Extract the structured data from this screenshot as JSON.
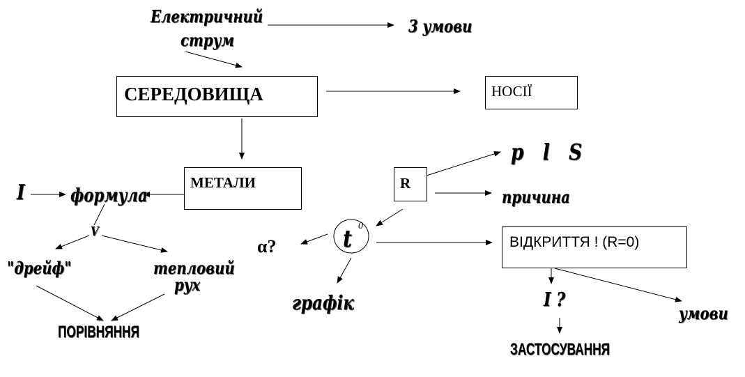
{
  "nodes": {
    "elektrychnyi": "Електричний",
    "strum": "струм",
    "tri_umovy": "3 умови",
    "seredovyshcha": "СЕРЕДОВИЩА",
    "nosii": "НОСІЇ",
    "metaly": "МЕТАЛИ",
    "r_box": "R",
    "p_l_s": "p   l   S",
    "prychyna": "причина",
    "i_current": "I",
    "formula": "формула",
    "v_speed": "V",
    "dreif": "\"дрейф\"",
    "teplovyi": "тепловий",
    "rukh": "рух",
    "porivniannia": "ПОРІВНЯННЯ",
    "alpha": "α?",
    "t_main": "t",
    "t_sup": "0",
    "hrafik": "графік",
    "vidkryttia": "ВІДКРИТТЯ ! (R=0)",
    "i_question": "I ?",
    "umovy": "умови",
    "zastosuvannia": "ЗАСТОСУВАННЯ"
  }
}
